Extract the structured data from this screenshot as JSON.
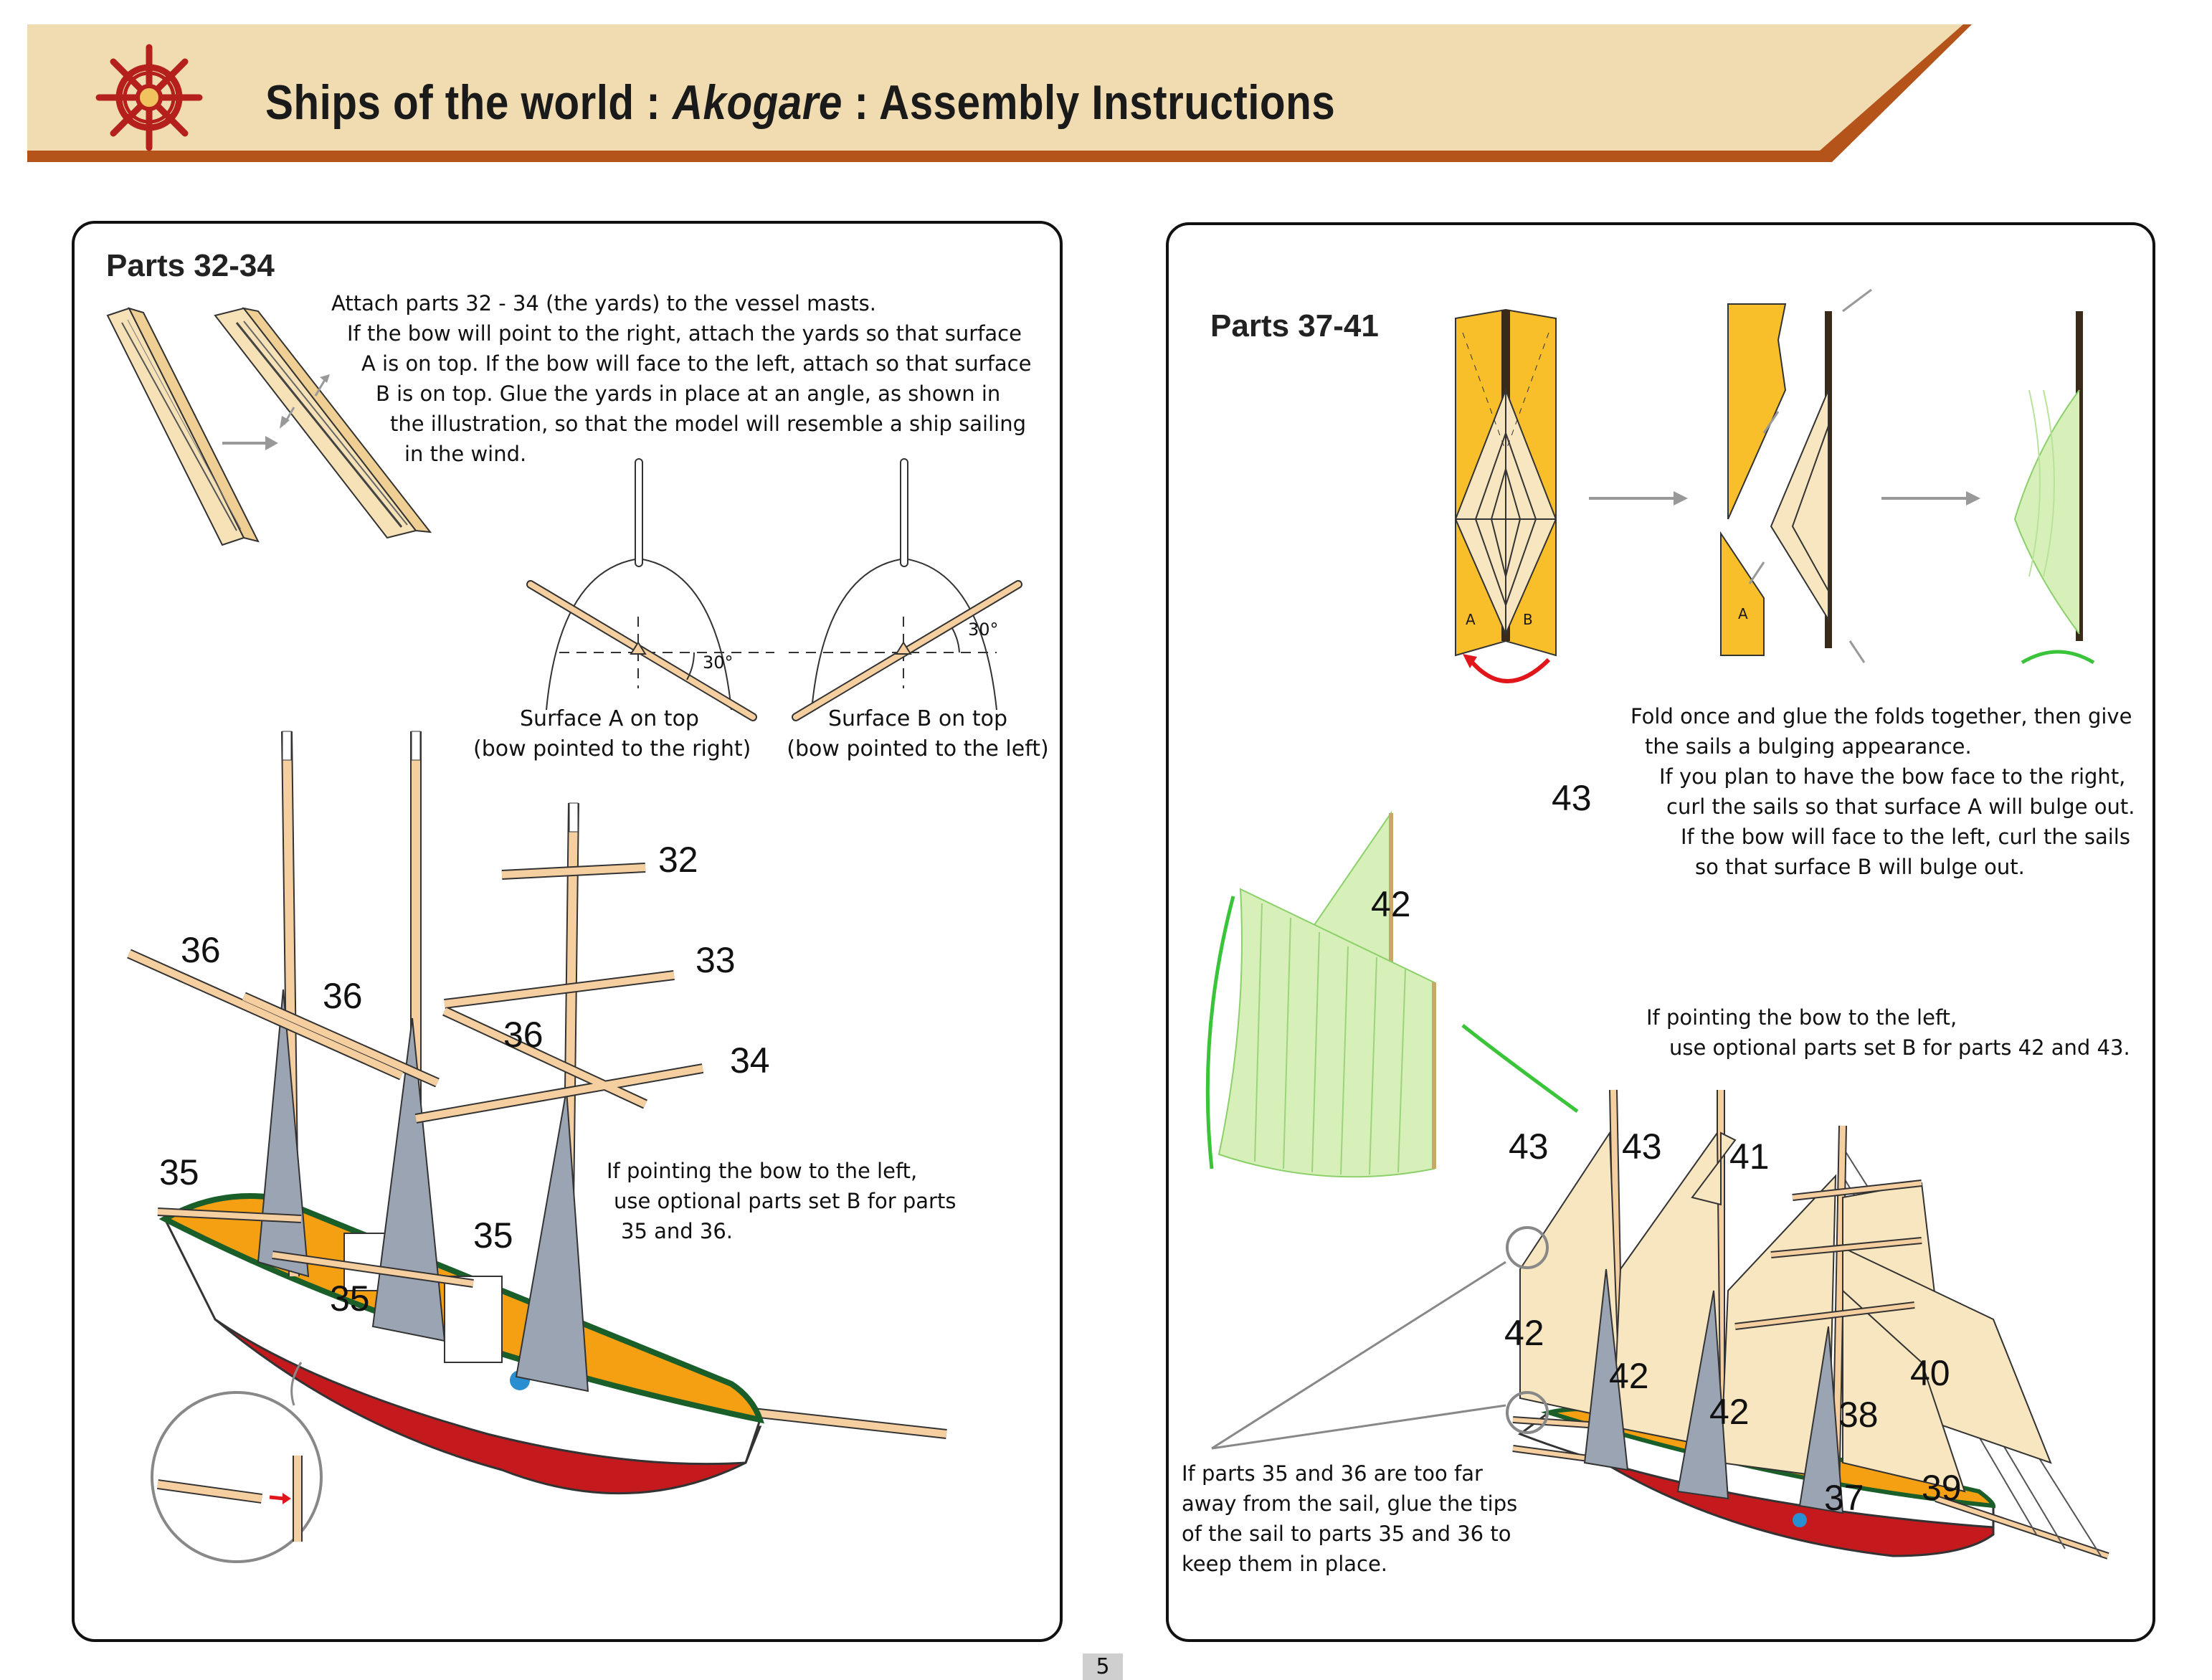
{
  "header": {
    "title_prefix": "Ships of the world : ",
    "title_ship": "Akogare",
    "title_suffix": " : Assembly Instructions",
    "banner_color": "#f0dcb0",
    "accent_color": "#b5541a",
    "icon": "ships-wheel-icon"
  },
  "left_panel": {
    "title": "Parts 32-34",
    "instructions": [
      "Attach parts 32 - 34 (the yards) to the vessel masts.",
      "If the bow will point to the right, attach the yards so that surface",
      "A is on top. If the bow will face to the left, attach so that surface",
      "B is on top. Glue the yards in place at an angle, as shown in",
      "the illustration, so that the model will resemble a ship sailing",
      "in the wind."
    ],
    "diagram_a": {
      "angle": "30°",
      "caption_1": "Surface A on top",
      "caption_2": "(bow pointed to the right)"
    },
    "diagram_b": {
      "angle": "30°",
      "caption_1": "Surface B on top",
      "caption_2": "(bow pointed to the left)"
    },
    "labels": [
      "32",
      "33",
      "34",
      "36",
      "36",
      "36",
      "35",
      "35",
      "35"
    ],
    "note": [
      "If pointing the bow to the left,",
      "use optional parts set B for parts",
      "35 and 36."
    ]
  },
  "right_panel": {
    "title": "Parts 37-41",
    "step_labels": {
      "a": "A",
      "b": "B",
      "a2": "A"
    },
    "fold_note": [
      "Fold once and glue the folds together, then give",
      "the sails a bulging appearance.",
      "If you plan to have the bow face to the right,",
      "curl the sails so that surface A will bulge out.",
      "If the bow will face to the left, curl the sails",
      "so that surface B will bulge out."
    ],
    "sail_labels": {
      "s43": "43",
      "s42": "42"
    },
    "option_note": [
      "If pointing the bow to the left,",
      "use optional parts set B for parts 42 and 43."
    ],
    "ship_labels": [
      "43",
      "43",
      "41",
      "42",
      "42",
      "42",
      "40",
      "38",
      "37",
      "39"
    ],
    "tip_note": [
      "If parts 35 and 36 are too far",
      "away from the sail, glue the tips",
      "of the sail to parts 35 and 36 to",
      "keep them in place."
    ]
  },
  "page_number": "5",
  "colors": {
    "sail_yellow": "#f8bf2a",
    "hull_red": "#c41a1e",
    "deck_orange": "#f5a012",
    "sail_cream": "#f7e6bf",
    "sail_green": "#b9e39a",
    "yard_tan": "#f6cfa0"
  }
}
